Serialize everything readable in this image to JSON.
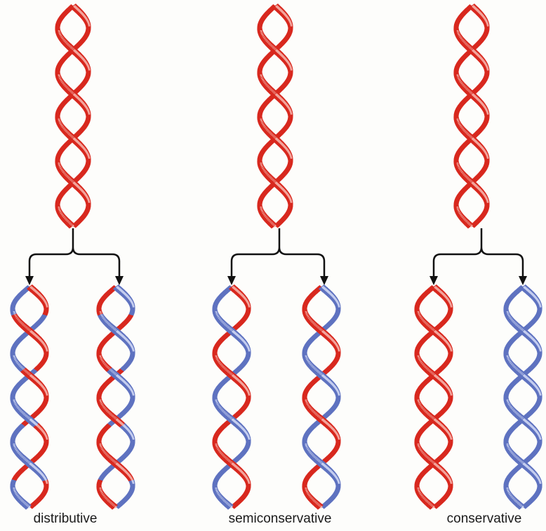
{
  "colors": {
    "parental_strand": "#d8281e",
    "parental_strand_light": "#f3a49c",
    "new_strand": "#5e72c0",
    "new_strand_light": "#c4cdef",
    "arrow": "#111111",
    "background": "#fdfdfb"
  },
  "models": [
    {
      "label": "distributive",
      "parent": "parental",
      "daughters": [
        {
          "pattern": [
            "parental",
            "new",
            "new",
            "parental",
            "parental",
            "new",
            "new",
            "parental"
          ]
        },
        {
          "pattern": [
            "new",
            "parental",
            "parental",
            "new",
            "new",
            "parental",
            "parental",
            "new"
          ]
        }
      ]
    },
    {
      "label": "semiconservative",
      "parent": "parental",
      "daughters": [
        {
          "strands": [
            "parental",
            "new"
          ]
        },
        {
          "strands": [
            "new",
            "parental"
          ]
        }
      ]
    },
    {
      "label": "conservative",
      "parent": "parental",
      "daughters": [
        {
          "strands": [
            "parental",
            "parental"
          ]
        },
        {
          "strands": [
            "new",
            "new"
          ]
        }
      ]
    }
  ]
}
